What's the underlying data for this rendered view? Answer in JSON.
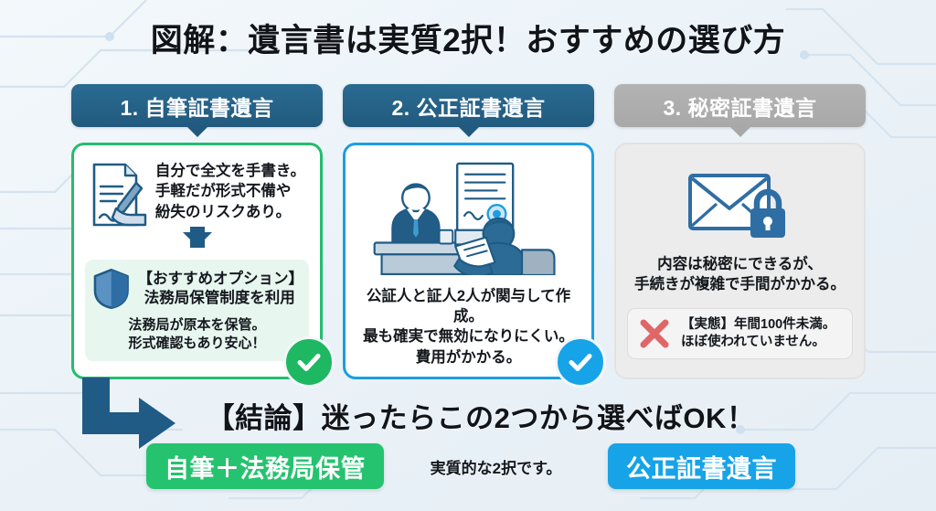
{
  "page": {
    "title": "図解：遺言書は実質2択！おすすめの選び方",
    "background_color": "#eef4f9"
  },
  "columns": [
    {
      "header": "1. 自筆証書遺言",
      "header_style": "blue",
      "border_color": "#22bd6e",
      "icon": "handwriting-document-icon",
      "description": "自分で全文を手書き。\n手軽だが形式不備や\n紛失のリスクあり。",
      "description_lines": [
        "自分で全文を手書き。",
        "手軽だが形式不備や",
        "紛失のリスクあり。"
      ],
      "arrow": "down-arrow",
      "recommend_box": {
        "icon": "shield-icon",
        "heading_lines": [
          "【おすすめオプション】",
          "法務局保管制度を利用"
        ],
        "sub_lines": [
          "法務局が原本を保管。",
          "形式確認もあり安心！"
        ],
        "background_color": "#e7f6ef"
      },
      "badge": {
        "type": "check-badge",
        "color": "#1eb862",
        "symbol": "✔"
      }
    },
    {
      "header": "2. 公正証書遺言",
      "header_style": "blue",
      "border_color": "#1b9ee0",
      "icon": "notary-consultation-illustration",
      "description_lines": [
        "公証人と証人2人が関与して作成。",
        "最も確実で無効になりにくい。",
        "費用がかかる。"
      ],
      "badge": {
        "type": "check-badge",
        "color": "#17a3e8",
        "symbol": "✔"
      }
    },
    {
      "header": "3. 秘密証書遺言",
      "header_style": "gray",
      "border_color": "#e2e2e2",
      "icon": "locked-envelope-icon",
      "description_lines": [
        "内容は秘密にできるが、",
        "手続きが複雑で手間がかかる。"
      ],
      "alert_box": {
        "icon": "red-x-icon",
        "lines": [
          "【実態】年間100件未満。",
          "ほぼ使われていません。"
        ],
        "icon_color": "#e06767"
      }
    }
  ],
  "conclusion": {
    "arrow": "elbow-right-arrow",
    "arrow_color": "#1f5b85",
    "text": "【結論】迷ったらこの2つから選べばOK！",
    "pill_left": "自筆＋法務局保管",
    "pill_left_color": "#25c36f",
    "between_text": "実質的な2択です。",
    "pill_right": "公正証書遺言",
    "pill_right_color": "#17a3e8"
  }
}
